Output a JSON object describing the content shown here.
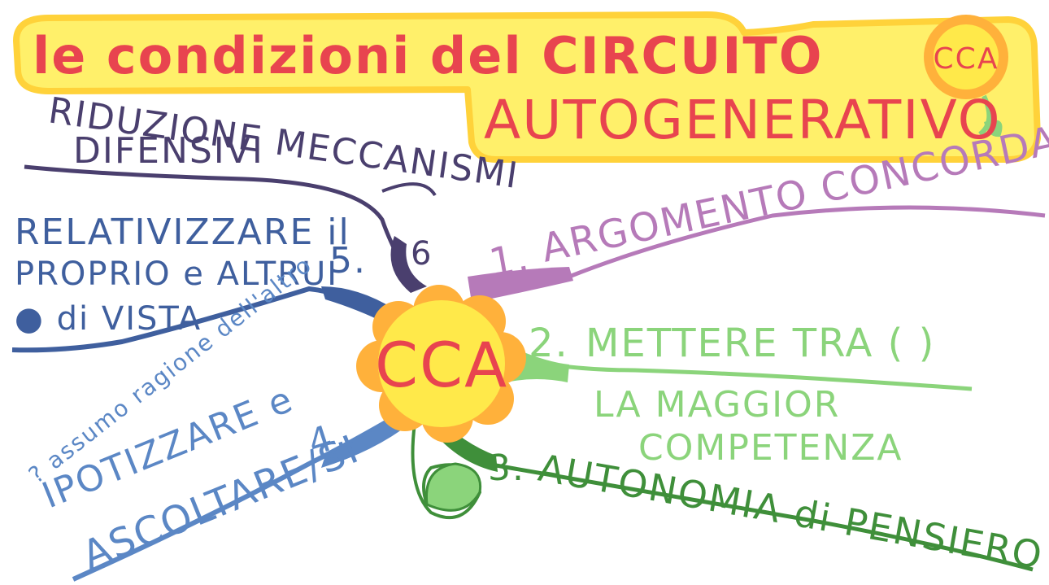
{
  "title": {
    "line1": "le condizioni del CIRCUITO",
    "line2": "AUTOGENERATIVO",
    "badge": "CCA"
  },
  "center": {
    "label": "CCA"
  },
  "branches": [
    {
      "number": "1.",
      "text": "ARGOMENTO CONCORDATO",
      "color": "#b67ab9"
    },
    {
      "number": "2.",
      "text": "METTERE TRA ( )",
      "subtext": [
        "LA MAGGIOR",
        "COMPETENZA"
      ],
      "color": "#8bd47b"
    },
    {
      "number": "3.",
      "text": "AUTONOMIA di PENSIERO",
      "color": "#3f8f3a"
    },
    {
      "number": "4.",
      "lines": [
        "IPOTIZZARE e",
        "ASCOLTARE/SI"
      ],
      "note": "? assumo ragione dell'altro",
      "color": "#5b87c5"
    },
    {
      "number": "5.",
      "lines": [
        "RELATIVIZZARE il",
        "PROPRIO e ALTRUI",
        "● di VISTA"
      ],
      "color": "#3f5f9e"
    },
    {
      "number": "6",
      "lines": [
        "RIDUZIONE MECCANISMI",
        "DIFENSIVI"
      ],
      "color": "#4a3f6e"
    }
  ],
  "colors": {
    "title_text": "#e8444f",
    "title_bg": "#fff06a",
    "flower_petals": "#ffb13b",
    "flower_center": "#ffe94a",
    "leaf": "#8bd47b"
  }
}
